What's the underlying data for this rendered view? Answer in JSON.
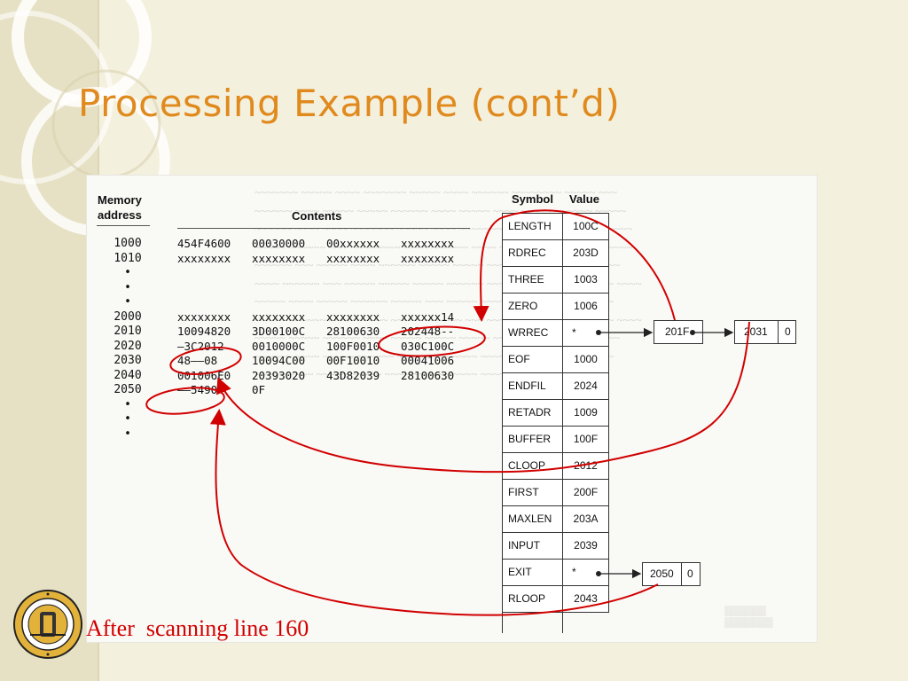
{
  "slide": {
    "title": "Processing Example (cont’d)",
    "caption": "After  scanning line 160"
  },
  "memory": {
    "header_line1": "Memory",
    "header_line2": "address",
    "contents_header": "Contents",
    "rows": [
      {
        "addr": "1000",
        "c": [
          "454F4600",
          "00030000",
          "00xxxxxx",
          "xxxxxxxx"
        ]
      },
      {
        "addr": "1010",
        "c": [
          "xxxxxxxx",
          "xxxxxxxx",
          "xxxxxxxx",
          "xxxxxxxx"
        ]
      },
      {
        "addr": "•",
        "c": []
      },
      {
        "addr": "•",
        "c": []
      },
      {
        "addr": "•",
        "c": []
      },
      {
        "addr": "2000",
        "c": [
          "xxxxxxxx",
          "xxxxxxxx",
          "xxxxxxxx",
          "xxxxxx14"
        ]
      },
      {
        "addr": "2010",
        "c": [
          "10094820",
          "3D00100C",
          "28100630",
          "202448--"
        ]
      },
      {
        "addr": "2020",
        "c": [
          "—3C2012",
          "0010000C",
          "100F0010",
          "030C100C"
        ]
      },
      {
        "addr": "2030",
        "c": [
          "48——08",
          "10094C00",
          "00F10010",
          "00041006"
        ]
      },
      {
        "addr": "2040",
        "c": [
          "001006E0",
          "20393020",
          "43D82039",
          "28100630"
        ]
      },
      {
        "addr": "2050",
        "c": [
          "——5490",
          "0F",
          "",
          ""
        ]
      },
      {
        "addr": "•",
        "c": []
      },
      {
        "addr": "•",
        "c": []
      },
      {
        "addr": "•",
        "c": []
      }
    ]
  },
  "symtab": {
    "symbol_header": "Symbol",
    "value_header": "Value",
    "rows": [
      {
        "symbol": "LENGTH",
        "value": "100C"
      },
      {
        "symbol": "RDREC",
        "value": "203D"
      },
      {
        "symbol": "THREE",
        "value": "1003"
      },
      {
        "symbol": "ZERO",
        "value": "1006"
      },
      {
        "symbol": "WRREC",
        "value": "*"
      },
      {
        "symbol": "EOF",
        "value": "1000"
      },
      {
        "symbol": "ENDFIL",
        "value": "2024"
      },
      {
        "symbol": "RETADR",
        "value": "1009"
      },
      {
        "symbol": "BUFFER",
        "value": "100F"
      },
      {
        "symbol": "CLOOP",
        "value": "2012"
      },
      {
        "symbol": "FIRST",
        "value": "200F"
      },
      {
        "symbol": "MAXLEN",
        "value": "203A"
      },
      {
        "symbol": "INPUT",
        "value": "2039"
      },
      {
        "symbol": "EXIT",
        "value": "*"
      },
      {
        "symbol": "RLOOP",
        "value": "2043"
      }
    ]
  },
  "forward_refs": {
    "wrrec": [
      {
        "addr": "201F",
        "next": ""
      },
      {
        "addr": "2031",
        "next": "0"
      }
    ],
    "exit": [
      {
        "addr": "2050",
        "next": "0"
      }
    ]
  },
  "colors": {
    "title": "#e08a1e",
    "annotation": "#d10000",
    "background": "#f4f0de"
  }
}
